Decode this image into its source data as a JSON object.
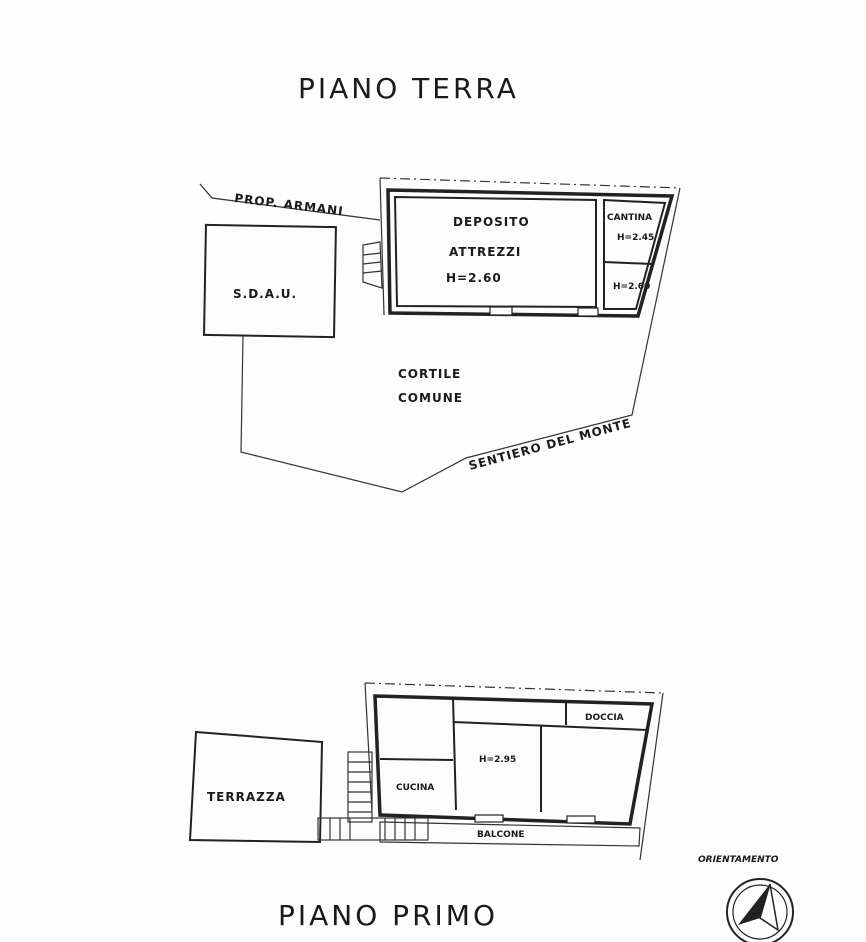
{
  "ground_floor": {
    "title": "PIANO TERRA",
    "neighbor": "PROP. ARMANI",
    "storage_room_line1": "DEPOSITO",
    "storage_room_line2": "ATTREZZI",
    "storage_height": "H=2.60",
    "cellar": "CANTINA",
    "cellar_height": "H=2.45",
    "cellar2_height": "H=2.60",
    "sdau": "S.D.A.U.",
    "courtyard_line1": "CORTILE",
    "courtyard_line2": "COMUNE",
    "path": "SENTIERO DEL MONTE"
  },
  "first_floor": {
    "title": "PIANO PRIMO",
    "shower": "DOCCIA",
    "height": "H=2.95",
    "kitchen": "CUCINA",
    "terrace": "TERRAZZA",
    "balcony": "BALCONE"
  },
  "orientation": {
    "label": "ORIENTAMENTO"
  }
}
